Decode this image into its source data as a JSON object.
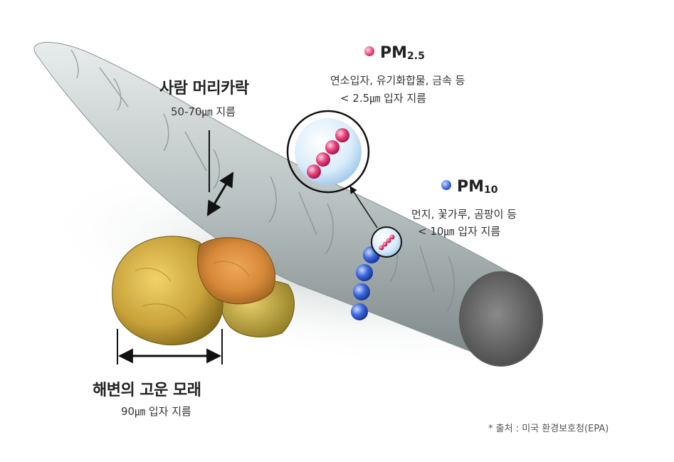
{
  "hair": {
    "title": "사람 머리카락",
    "size": "50-70㎛ 지름"
  },
  "sand": {
    "title": "해변의 고운 모래",
    "size": "90㎛ 입자 지름"
  },
  "pm25": {
    "label": "PM",
    "sub": "2.5",
    "desc": "연소입자, 유기화합물, 금속 등",
    "size": "< 2.5㎛ 입자 지름",
    "color": "#e0306b"
  },
  "pm10": {
    "label": "PM",
    "sub": "10",
    "desc": "먼지, 꽃가루, 곰팡이 등",
    "size": "< 10㎛ 입자 지름",
    "color": "#3a4fc7"
  },
  "source": "* 출처 : 미국 환경보호청(EPA)"
}
